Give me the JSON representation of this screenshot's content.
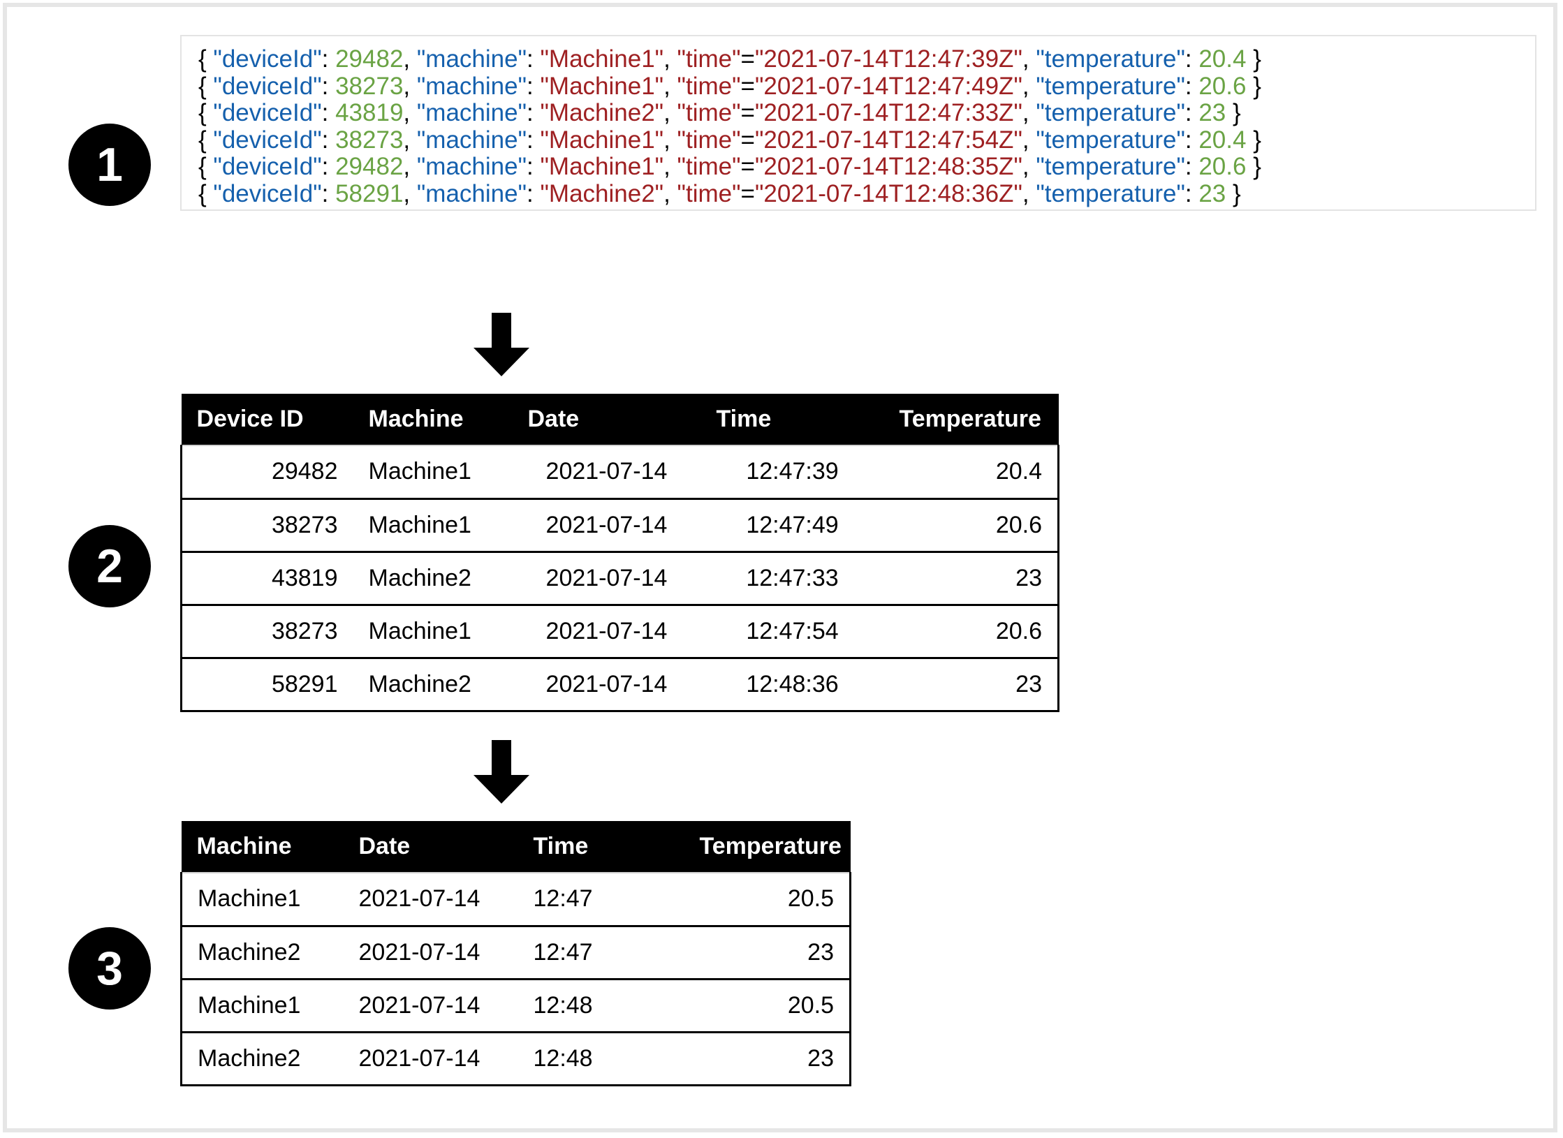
{
  "steps": [
    {
      "label": "1"
    },
    {
      "label": "2"
    },
    {
      "label": "3"
    }
  ],
  "colors": {
    "key": "#1560ad",
    "number": "#6aa344",
    "string": "#9e2022",
    "punct": "#000000",
    "header_bg": "#000000",
    "header_fg": "#ffffff",
    "badge_bg": "#000000",
    "page_border": "#e6e6e6",
    "panel_border": "#e3e3e3"
  },
  "json_panel": {
    "name": "raw-json-events",
    "tokens": {
      "open_brace": "{ ",
      "close_brace": " }",
      "k_device": "\"deviceId\"",
      "k_machine": "\"machine\"",
      "k_time": "\"time\"",
      "k_temperature": "\"temperature\"",
      "colon": ": ",
      "equals": "=",
      "comma": ", "
    },
    "records": [
      {
        "deviceId": "29482",
        "machine": "\"Machine1\"",
        "time": "\"2021-07-14T12:47:39Z\"",
        "temperature": "20.4"
      },
      {
        "deviceId": "38273",
        "machine": "\"Machine1\"",
        "time": "\"2021-07-14T12:47:49Z\"",
        "temperature": "20.6"
      },
      {
        "deviceId": "43819",
        "machine": "\"Machine2\"",
        "time": "\"2021-07-14T12:47:33Z\"",
        "temperature": "23"
      },
      {
        "deviceId": "38273",
        "machine": "\"Machine1\"",
        "time": "\"2021-07-14T12:47:54Z\"",
        "temperature": "20.4"
      },
      {
        "deviceId": "29482",
        "machine": "\"Machine1\"",
        "time": "\"2021-07-14T12:48:35Z\"",
        "temperature": "20.6"
      },
      {
        "deviceId": "58291",
        "machine": "\"Machine2\"",
        "time": "\"2021-07-14T12:48:36Z\"",
        "temperature": "23"
      }
    ]
  },
  "table_raw": {
    "name": "parsed-readings-table",
    "headers": [
      "Device ID",
      "Machine",
      "Date",
      "Time",
      "Temperature"
    ],
    "rows": [
      [
        "29482",
        "Machine1",
        "2021-07-14",
        "12:47:39",
        "20.4"
      ],
      [
        "38273",
        "Machine1",
        "2021-07-14",
        "12:47:49",
        "20.6"
      ],
      [
        "43819",
        "Machine2",
        "2021-07-14",
        "12:47:33",
        "23"
      ],
      [
        "38273",
        "Machine1",
        "2021-07-14",
        "12:47:54",
        "20.6"
      ],
      [
        "58291",
        "Machine2",
        "2021-07-14",
        "12:48:36",
        "23"
      ]
    ]
  },
  "table_agg": {
    "name": "aggregated-readings-table",
    "headers": [
      "Machine",
      "Date",
      "Time",
      "Temperature"
    ],
    "rows": [
      [
        "Machine1",
        "2021-07-14",
        "12:47",
        "20.5"
      ],
      [
        "Machine2",
        "2021-07-14",
        "12:47",
        "23"
      ],
      [
        "Machine1",
        "2021-07-14",
        "12:48",
        "20.5"
      ],
      [
        "Machine2",
        "2021-07-14",
        "12:48",
        "23"
      ]
    ]
  },
  "arrows": [
    {
      "name": "arrow-json-to-raw-table"
    },
    {
      "name": "arrow-raw-to-aggregated-table"
    }
  ]
}
